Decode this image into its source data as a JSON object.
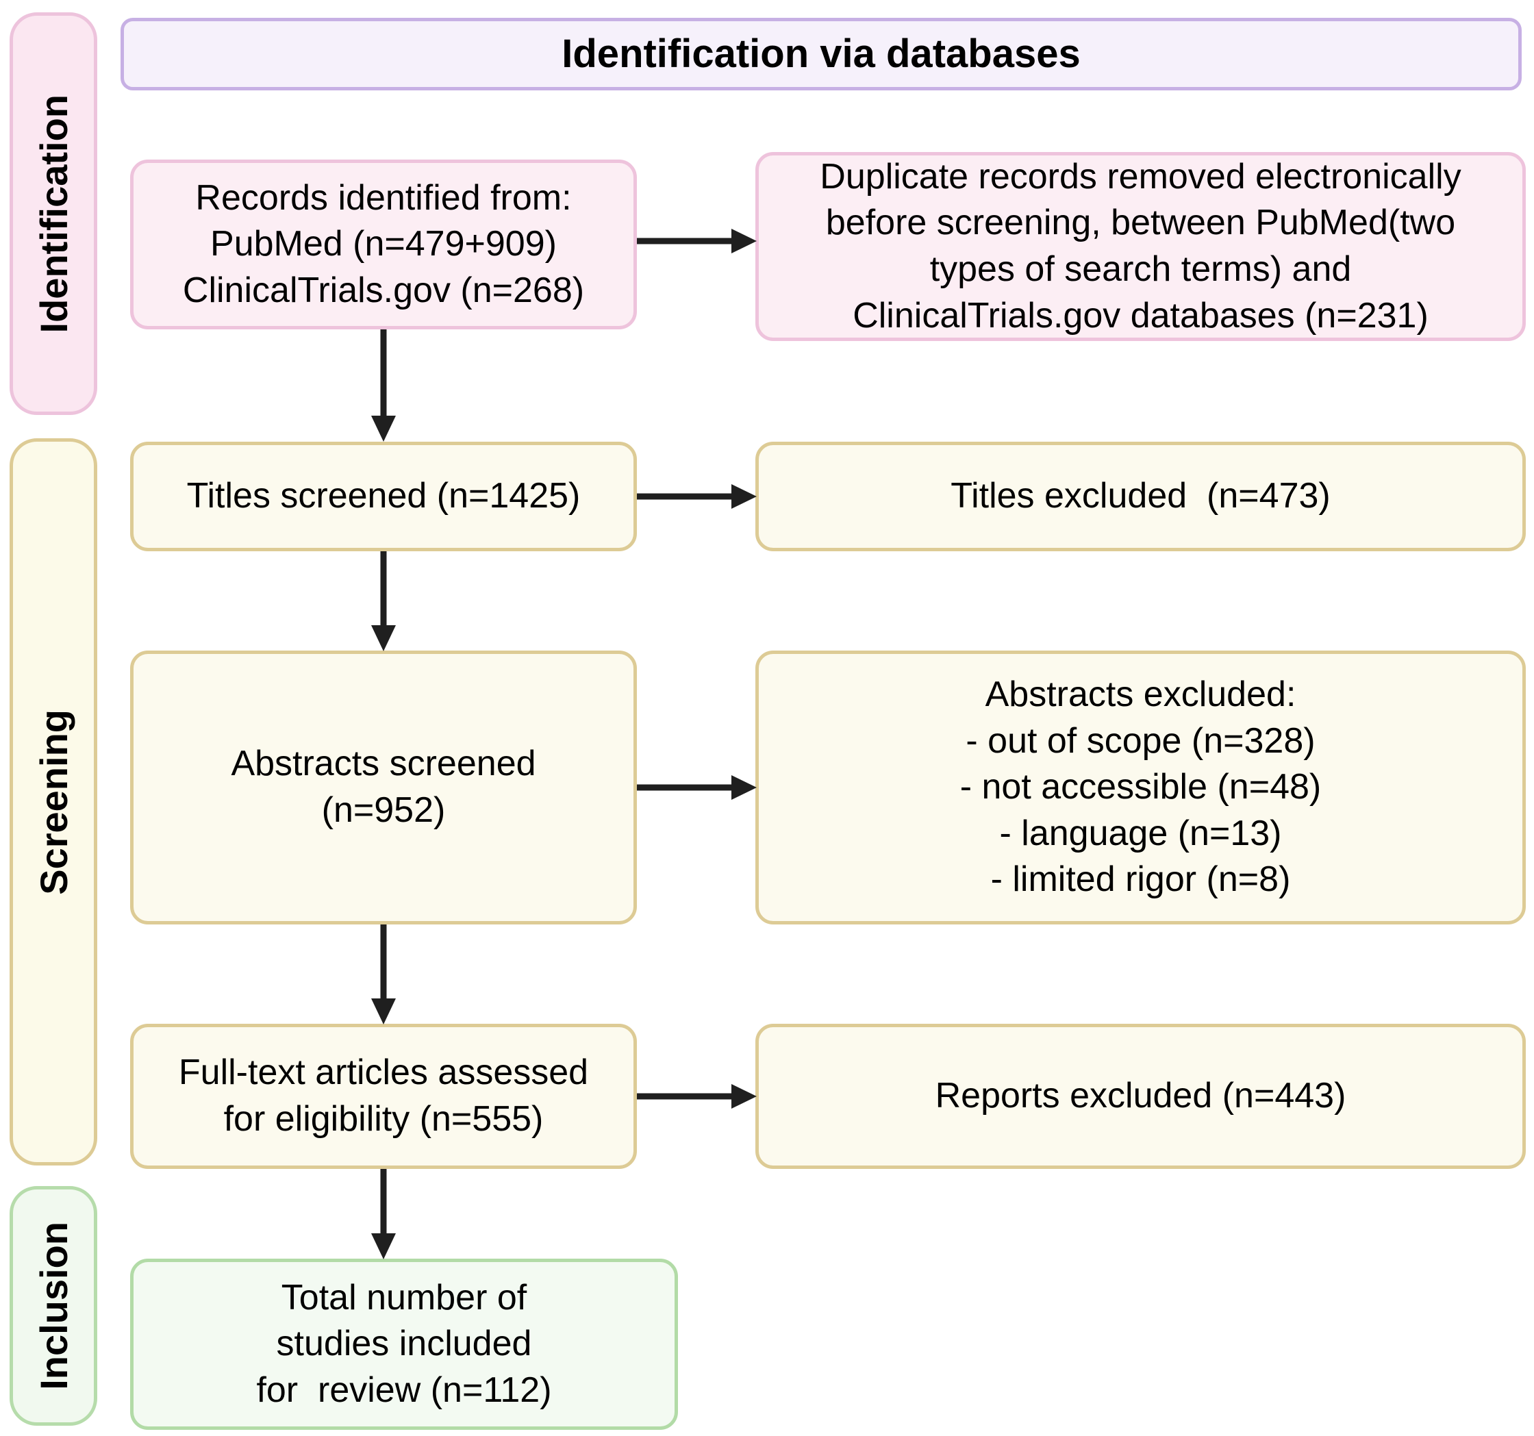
{
  "diagram": {
    "title": "Identification via databases",
    "type": "PRISMA flow diagram"
  },
  "stages": [
    {
      "key": "identification",
      "label": "Identification",
      "color": "#fbe7f1",
      "border": "#edc3dc"
    },
    {
      "key": "screening",
      "label": "Screening",
      "color": "#fcfae9",
      "border": "#ddcb95"
    },
    {
      "key": "inclusion",
      "label": "Inclusion",
      "color": "#f1f9ef",
      "border": "#b6dcab"
    }
  ],
  "header": {
    "title": "Identification via databases",
    "fill": "#f6f1fb",
    "border": "#c7b0e4"
  },
  "boxes": {
    "records_identified": {
      "line1": "Records identified from:",
      "line2": "PubMed (n=479+909)",
      "line3": "ClinicalTrials.gov (n=268)",
      "pubmed_n": "479+909",
      "clinicaltrials_n": "268"
    },
    "duplicates_removed": {
      "line1": "Duplicate records removed electronically",
      "line2": "before screening, between PubMed(two",
      "line3": "types of search terms) and",
      "line4": "ClinicalTrials.gov databases (n=231)",
      "n": "231"
    },
    "titles_screened": {
      "text": "Titles screened (n=1425)",
      "n": "1425"
    },
    "titles_excluded": {
      "text": "Titles excluded  (n=473)",
      "n": "473"
    },
    "abstracts_screened": {
      "line1": "Abstracts screened",
      "line2": "(n=952)",
      "n": "952"
    },
    "abstracts_excluded": {
      "line1": "Abstracts excluded:",
      "line2": "- out of scope (n=328)",
      "line3": "- not accessible (n=48)",
      "line4": "- language (n=13)",
      "line5": "- limited rigor (n=8)",
      "out_of_scope_n": "328",
      "not_accessible_n": "48",
      "language_n": "13",
      "limited_rigor_n": "8"
    },
    "fulltext_assessed": {
      "line1": "Full-text articles assessed",
      "line2": "for eligibility (n=555)",
      "n": "555"
    },
    "reports_excluded": {
      "text": "Reports excluded (n=443)",
      "n": "443"
    },
    "studies_included": {
      "line1": "Total number of",
      "line2": "studies included",
      "line3": "for  review (n=112)",
      "n": "112"
    }
  },
  "connectors": [
    {
      "name": "records-to-duplicates",
      "direction": "right"
    },
    {
      "name": "records-to-titles",
      "direction": "down"
    },
    {
      "name": "titles-to-titles-excluded",
      "direction": "right"
    },
    {
      "name": "titles-to-abstracts",
      "direction": "down"
    },
    {
      "name": "abstracts-to-abstracts-excluded",
      "direction": "right"
    },
    {
      "name": "abstracts-to-fulltext",
      "direction": "down"
    },
    {
      "name": "fulltext-to-reports-excluded",
      "direction": "right"
    },
    {
      "name": "fulltext-to-included",
      "direction": "down"
    }
  ]
}
